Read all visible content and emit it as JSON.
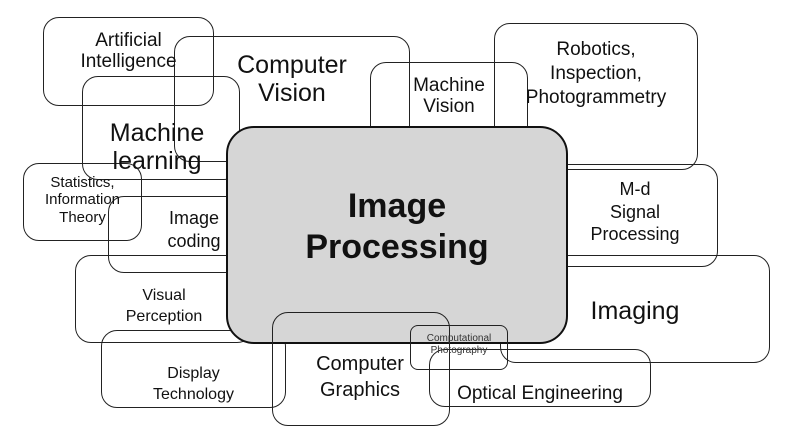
{
  "center": {
    "lines": [
      "Image",
      "Processing"
    ],
    "fill": "#d6d6d6"
  },
  "topics": [
    {
      "id": "artificial-intelligence",
      "lines": [
        "Artificial",
        "Intelligence"
      ]
    },
    {
      "id": "computer-vision",
      "lines": [
        "Computer",
        "Vision"
      ]
    },
    {
      "id": "machine-vision",
      "lines": [
        "Machine",
        "Vision"
      ]
    },
    {
      "id": "robotics",
      "lines": [
        "Robotics,",
        "Inspection,",
        "Photogrammetry"
      ]
    },
    {
      "id": "machine-learning",
      "lines": [
        "Machine",
        "learning"
      ]
    },
    {
      "id": "statistics",
      "lines": [
        "Statistics,",
        "Information",
        "Theory"
      ]
    },
    {
      "id": "image-coding",
      "lines": [
        "Image",
        "coding"
      ]
    },
    {
      "id": "md-signal",
      "lines": [
        "M-d",
        "Signal",
        "Processing"
      ]
    },
    {
      "id": "visual-perception",
      "lines": [
        "Visual",
        "Perception"
      ]
    },
    {
      "id": "imaging",
      "lines": [
        "Imaging"
      ]
    },
    {
      "id": "computational-photography",
      "lines": [
        "Computational",
        "Photography"
      ]
    },
    {
      "id": "display-technology",
      "lines": [
        "Display",
        "Technology"
      ]
    },
    {
      "id": "computer-graphics",
      "lines": [
        "Computer",
        "Graphics"
      ]
    },
    {
      "id": "optical-engineering",
      "lines": [
        "Optical Engineering"
      ]
    }
  ]
}
